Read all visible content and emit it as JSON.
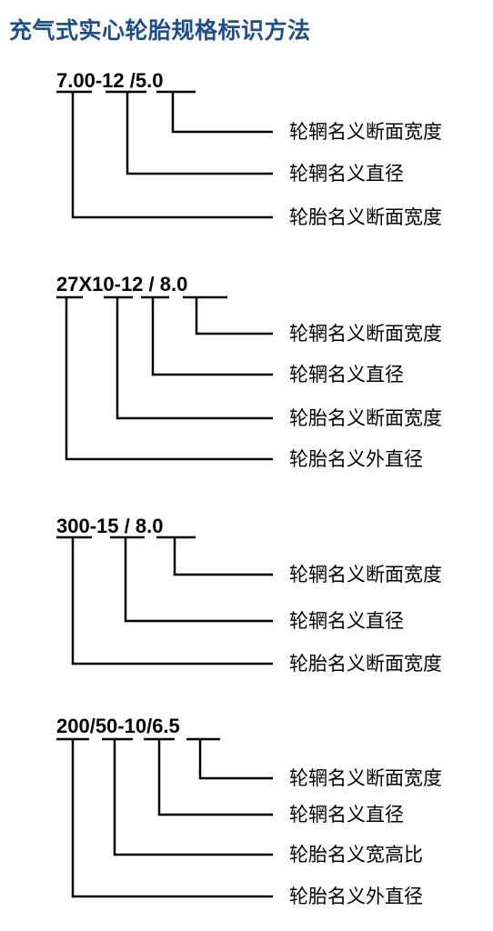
{
  "title": "充气式实心轮胎规格标识方法",
  "groups": [
    {
      "code": "7.00-12 /5.0",
      "labels": [
        "轮辋名义断面宽度",
        "轮辋名义直径",
        "轮胎名义断面宽度"
      ]
    },
    {
      "code": "27X10-12 / 8.0",
      "labels": [
        "轮辋名义断面宽度",
        "轮辋名义直径",
        "轮胎名义断面宽度",
        "轮胎名义外直径"
      ]
    },
    {
      "code": "300-15 / 8.0",
      "labels": [
        "轮辋名义断面宽度",
        "轮辋名义直径",
        "轮胎名义断面宽度"
      ]
    },
    {
      "code": "200/50-10/6.5",
      "labels": [
        "轮辋名义断面宽度",
        "轮辋名义直径",
        "轮胎名义宽高比",
        "轮胎名义外直径"
      ]
    }
  ]
}
